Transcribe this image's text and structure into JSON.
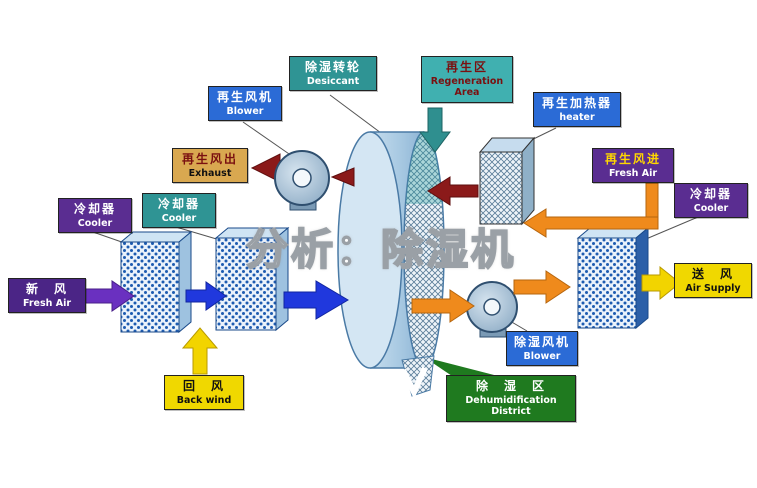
{
  "watermark": {
    "text": "分析：除湿机"
  },
  "labels": {
    "regen_blower": {
      "zh": "再生风机",
      "en": "Blower"
    },
    "desiccant": {
      "zh": "除湿转轮",
      "en": "Desiccant"
    },
    "regen_area": {
      "zh": "再生区",
      "en": "Regeneration Area"
    },
    "regen_heater": {
      "zh": "再生加热器",
      "en": "heater"
    },
    "exhaust": {
      "zh": "再生风出",
      "en": "Exhaust"
    },
    "regen_fresh_air": {
      "zh": "再生风进",
      "en": "Fresh Air"
    },
    "cooler_right": {
      "zh": "冷却器",
      "en": "Cooler"
    },
    "cooler_left_outer": {
      "zh": "冷却器",
      "en": "Cooler"
    },
    "cooler_left_inner": {
      "zh": "冷却器",
      "en": "Cooler"
    },
    "fresh_air_in": {
      "zh": "新　风",
      "en": "Fresh Air"
    },
    "back_wind": {
      "zh": "回　风",
      "en": "Back wind"
    },
    "dehumid_blower": {
      "zh": "除湿风机",
      "en": "Blower"
    },
    "dehumid_district": {
      "zh": "除　湿　区",
      "en_line1": "Dehumidification",
      "en_line2": "District"
    },
    "air_supply": {
      "zh": "送　风",
      "en": "Air Supply"
    }
  },
  "colors": {
    "teal_box": "#2f9494",
    "teal_light_box": "#40b0b0",
    "blue_box": "#2b6bd6",
    "purple_box": "#5a2d91",
    "purple_dark_box": "#4b2586",
    "yellow_box": "#f0d800",
    "tan_box": "#d9a850",
    "green_box": "#1f7a1f",
    "arrow_blue": "#2038dd",
    "arrow_purple": "#6a30c0",
    "arrow_yellow": "#f2d400",
    "arrow_orange": "#ef8a1c",
    "arrow_maroon": "#8b1a1a",
    "arrow_teal": "#2f8f8f"
  }
}
